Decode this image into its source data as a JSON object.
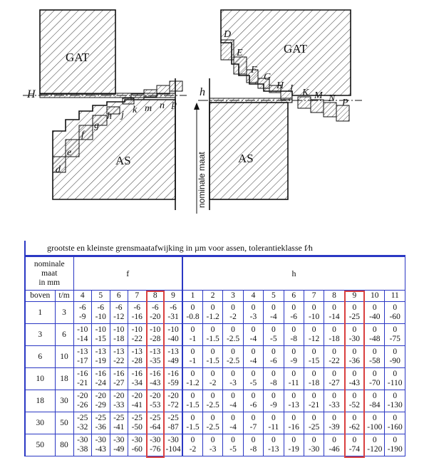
{
  "diagram": {
    "left": {
      "hole_label": "GAT",
      "shaft_label": "AS",
      "zero_line_label": "H",
      "zone_letters": [
        "d",
        "e",
        "f",
        "g",
        "h",
        "j",
        "k",
        "m",
        "n",
        "p"
      ]
    },
    "right": {
      "hole_label": "GAT",
      "shaft_label": "AS",
      "zero_line_label": "h",
      "zone_letters": [
        "D",
        "E",
        "F",
        "G",
        "H",
        "J",
        "K",
        "M",
        "N",
        "P"
      ],
      "axis_label": "nominale maat"
    }
  },
  "table": {
    "title": "grootste en kleinste grensmaatafwijking in µm voor assen, tolerantieklasse f⁄h",
    "header_nominal": [
      "nominale",
      "maat",
      "in mm"
    ],
    "class_f": "f",
    "class_h": "h",
    "col_boven": "boven",
    "col_tm": "t/m",
    "grades_f": [
      "4",
      "5",
      "6",
      "7",
      "8",
      "9"
    ],
    "grades_h": [
      "1",
      "2",
      "3",
      "4",
      "5",
      "6",
      "7",
      "8",
      "9",
      "10",
      "11"
    ],
    "rows": [
      {
        "boven": "1",
        "tm": "3",
        "f": [
          [
            "-6",
            "-9"
          ],
          [
            "-6",
            "-10"
          ],
          [
            "-6",
            "-12"
          ],
          [
            "-6",
            "-16"
          ],
          [
            "-6",
            "-20"
          ],
          [
            "-6",
            "-31"
          ]
        ],
        "h": [
          [
            "0",
            "-0.8"
          ],
          [
            "0",
            "-1.2"
          ],
          [
            "0",
            "-2"
          ],
          [
            "0",
            "-3"
          ],
          [
            "0",
            "-4"
          ],
          [
            "0",
            "-6"
          ],
          [
            "0",
            "-10"
          ],
          [
            "0",
            "-14"
          ],
          [
            "0",
            "-25"
          ],
          [
            "0",
            "-40"
          ],
          [
            "0",
            "-60"
          ]
        ]
      },
      {
        "boven": "3",
        "tm": "6",
        "f": [
          [
            "-10",
            "-14"
          ],
          [
            "-10",
            "-15"
          ],
          [
            "-10",
            "-18"
          ],
          [
            "-10",
            "-22"
          ],
          [
            "-10",
            "-28"
          ],
          [
            "-10",
            "-40"
          ]
        ],
        "h": [
          [
            "0",
            "-1"
          ],
          [
            "0",
            "-1.5"
          ],
          [
            "0",
            "-2.5"
          ],
          [
            "0",
            "-4"
          ],
          [
            "0",
            "-5"
          ],
          [
            "0",
            "-8"
          ],
          [
            "0",
            "-12"
          ],
          [
            "0",
            "-18"
          ],
          [
            "0",
            "-30"
          ],
          [
            "0",
            "-48"
          ],
          [
            "0",
            "-75"
          ]
        ]
      },
      {
        "boven": "6",
        "tm": "10",
        "f": [
          [
            "-13",
            "-17"
          ],
          [
            "-13",
            "-19"
          ],
          [
            "-13",
            "-22"
          ],
          [
            "-13",
            "-28"
          ],
          [
            "-13",
            "-35"
          ],
          [
            "-13",
            "-49"
          ]
        ],
        "h": [
          [
            "0",
            "-1"
          ],
          [
            "0",
            "-1.5"
          ],
          [
            "0",
            "-2.5"
          ],
          [
            "0",
            "-4"
          ],
          [
            "0",
            "-6"
          ],
          [
            "0",
            "-9"
          ],
          [
            "0",
            "-15"
          ],
          [
            "0",
            "-22"
          ],
          [
            "0",
            "-36"
          ],
          [
            "0",
            "-58"
          ],
          [
            "0",
            "-90"
          ]
        ]
      },
      {
        "boven": "10",
        "tm": "18",
        "f": [
          [
            "-16",
            "-21"
          ],
          [
            "-16",
            "-24"
          ],
          [
            "-16",
            "-27"
          ],
          [
            "-16",
            "-34"
          ],
          [
            "-16",
            "-43"
          ],
          [
            "-16",
            "-59"
          ]
        ],
        "h": [
          [
            "0",
            "-1.2"
          ],
          [
            "0",
            "-2"
          ],
          [
            "0",
            "-3"
          ],
          [
            "0",
            "-5"
          ],
          [
            "0",
            "-8"
          ],
          [
            "0",
            "-11"
          ],
          [
            "0",
            "-18"
          ],
          [
            "0",
            "-27"
          ],
          [
            "0",
            "-43"
          ],
          [
            "0",
            "-70"
          ],
          [
            "0",
            "-110"
          ]
        ]
      },
      {
        "boven": "18",
        "tm": "30",
        "f": [
          [
            "-20",
            "-26"
          ],
          [
            "-20",
            "-29"
          ],
          [
            "-20",
            "-33"
          ],
          [
            "-20",
            "-41"
          ],
          [
            "-20",
            "-53"
          ],
          [
            "-20",
            "-72"
          ]
        ],
        "h": [
          [
            "0",
            "-1.5"
          ],
          [
            "0",
            "-2.5"
          ],
          [
            "0",
            "-4"
          ],
          [
            "0",
            "-6"
          ],
          [
            "0",
            "-9"
          ],
          [
            "0",
            "-13"
          ],
          [
            "0",
            "-21"
          ],
          [
            "0",
            "-33"
          ],
          [
            "0",
            "-52"
          ],
          [
            "0",
            "-84"
          ],
          [
            "0",
            "-130"
          ]
        ]
      },
      {
        "boven": "30",
        "tm": "50",
        "f": [
          [
            "-25",
            "-32"
          ],
          [
            "-25",
            "-36"
          ],
          [
            "-25",
            "-41"
          ],
          [
            "-25",
            "-50"
          ],
          [
            "-25",
            "-64"
          ],
          [
            "-25",
            "-87"
          ]
        ],
        "h": [
          [
            "0",
            "-1.5"
          ],
          [
            "0",
            "-2.5"
          ],
          [
            "0",
            "-4"
          ],
          [
            "0",
            "-7"
          ],
          [
            "0",
            "-11"
          ],
          [
            "0",
            "-16"
          ],
          [
            "0",
            "-25"
          ],
          [
            "0",
            "-39"
          ],
          [
            "0",
            "-62"
          ],
          [
            "0",
            "-100"
          ],
          [
            "0",
            "-160"
          ]
        ]
      },
      {
        "boven": "50",
        "tm": "80",
        "f": [
          [
            "-30",
            "-38"
          ],
          [
            "-30",
            "-43"
          ],
          [
            "-30",
            "-49"
          ],
          [
            "-30",
            "-60"
          ],
          [
            "-30",
            "-76"
          ],
          [
            "-30",
            "-104"
          ]
        ],
        "h": [
          [
            "0",
            "-2"
          ],
          [
            "0",
            "-3"
          ],
          [
            "0",
            "-5"
          ],
          [
            "0",
            "-8"
          ],
          [
            "0",
            "-13"
          ],
          [
            "0",
            "-19"
          ],
          [
            "0",
            "-30"
          ],
          [
            "0",
            "-46"
          ],
          [
            "0",
            "-74"
          ],
          [
            "0",
            "-120"
          ],
          [
            "0",
            "-190"
          ]
        ]
      }
    ]
  }
}
